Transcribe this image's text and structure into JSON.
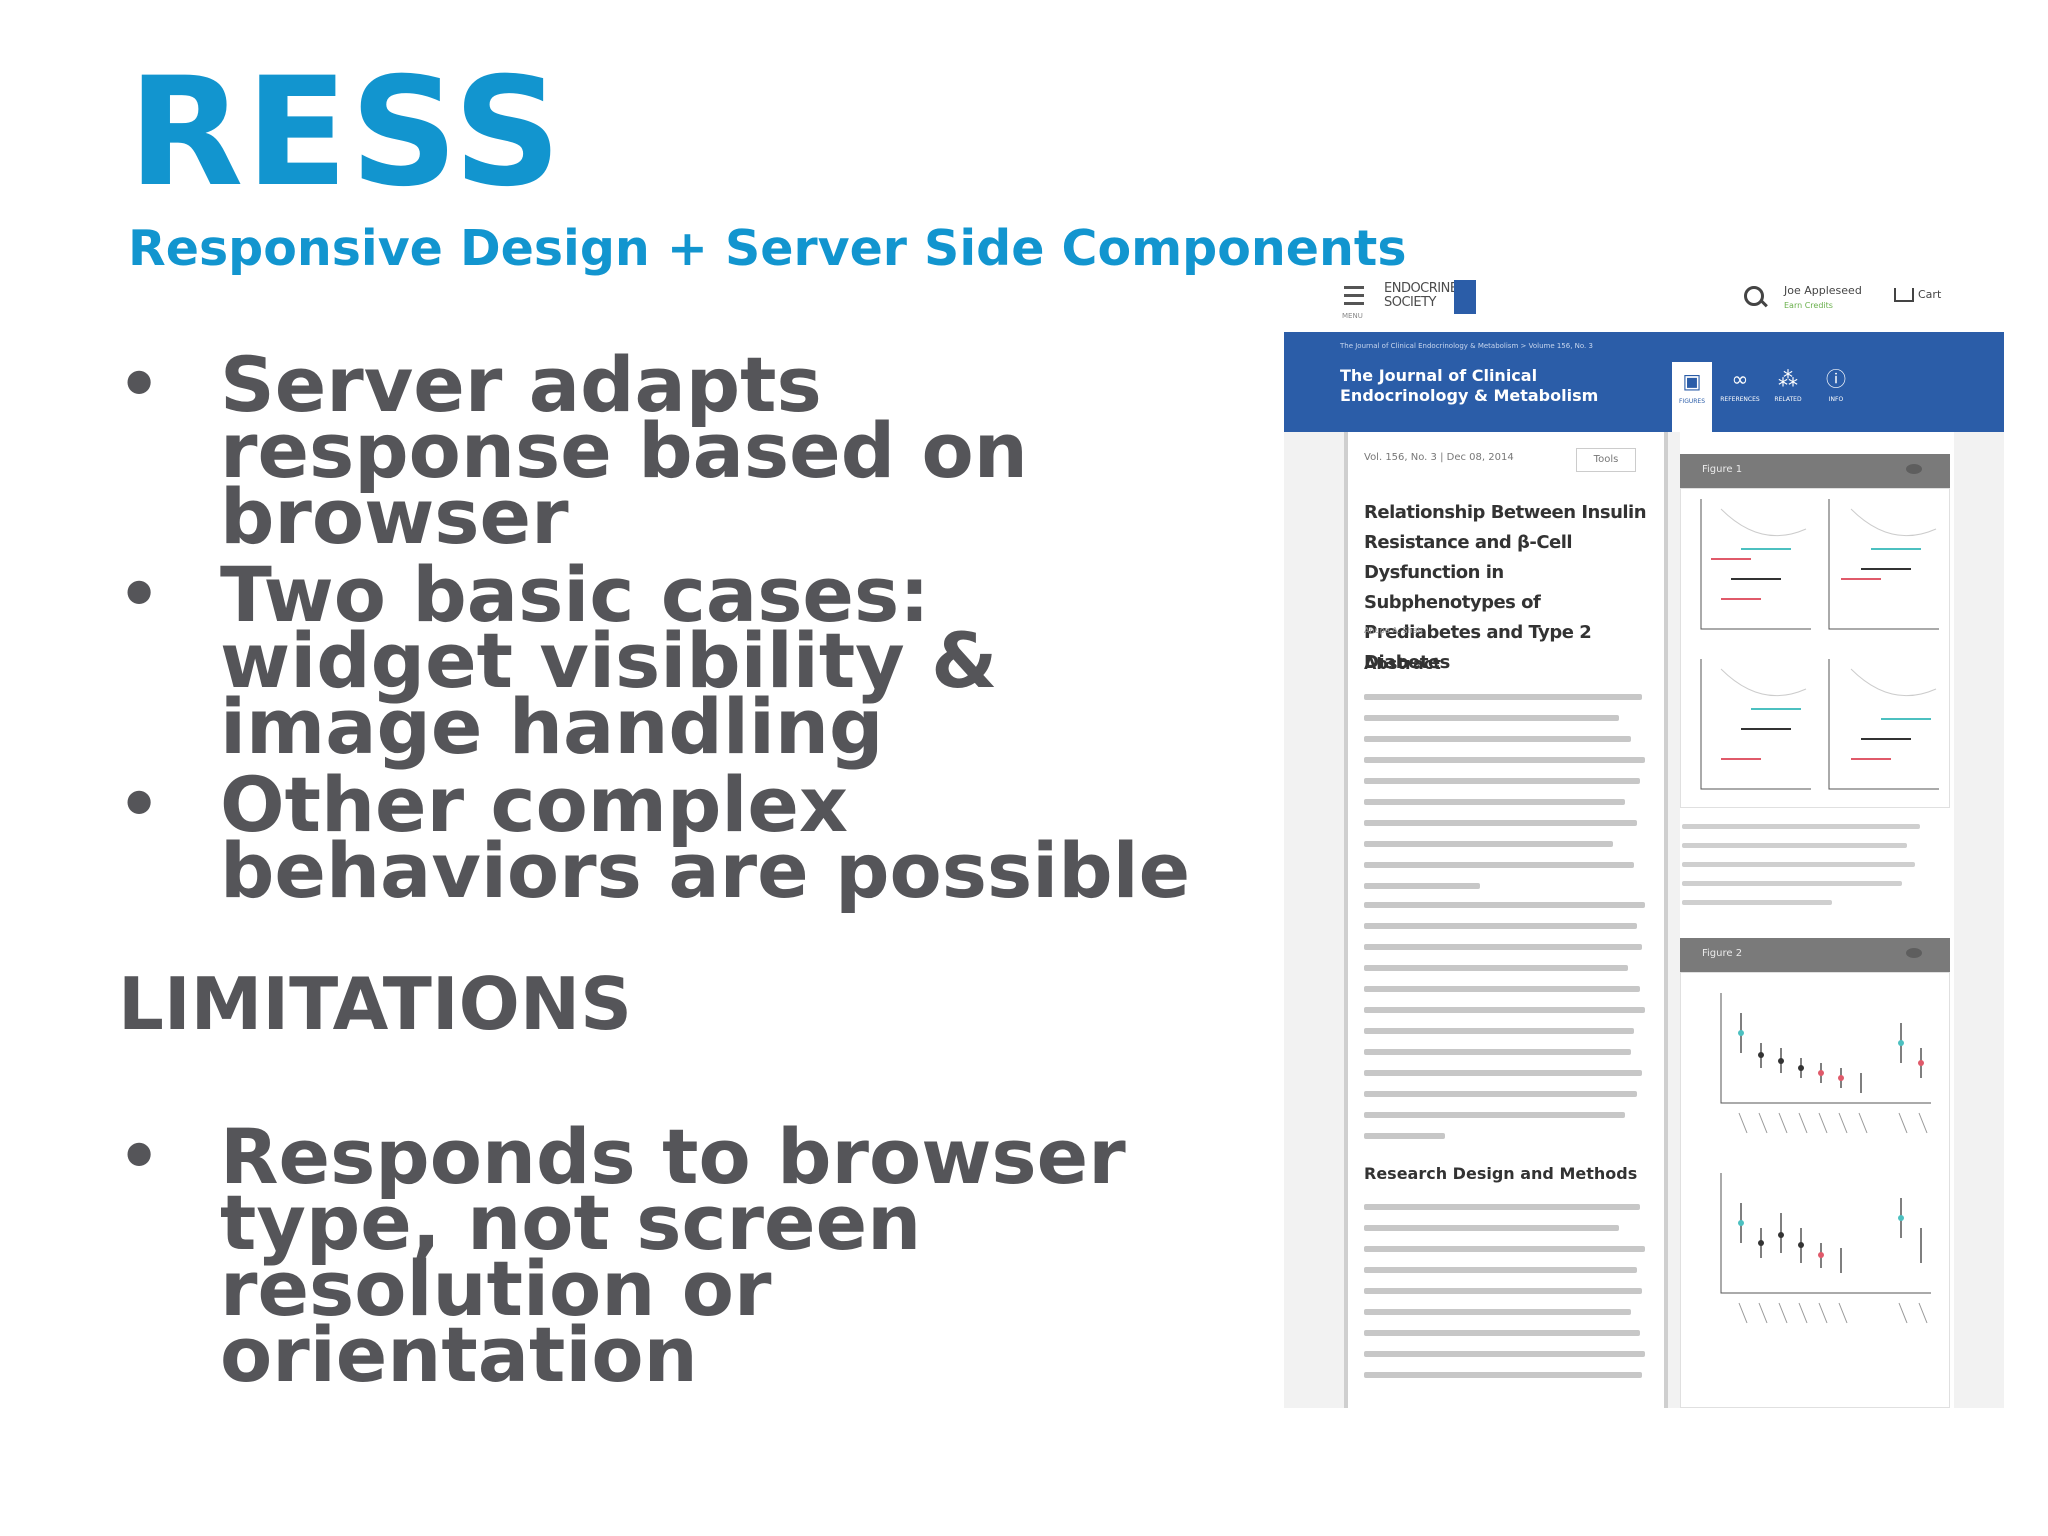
{
  "slide": {
    "title": "RESS",
    "subtitle": "Responsive Design + Server Side Components",
    "bullets": [
      {
        "dot": "•",
        "text": "Server adapts response based on browser"
      },
      {
        "dot": "•",
        "text": "Two basic cases: widget visibility & image handling"
      },
      {
        "dot": "•",
        "text": "Other complex behaviors are possible"
      }
    ],
    "limitations_heading": "LIMITATIONS",
    "limitations": [
      {
        "dot": "•",
        "text": "Responds to browser type, not screen resolution or orientation"
      }
    ]
  },
  "screenshot": {
    "menu_label": "MENU",
    "logo_text": "ENDOCRINE SOCIETY",
    "user_name": "Joe Appleseed",
    "user_status": "Earn Credits",
    "cart_label": "Cart",
    "breadcrumb": "The Journal of Clinical Endocrinology & Metabolism > Volume 156, No. 3",
    "journal_title": "The Journal of Clinical Endocrinology & Metabolism",
    "tabs": [
      {
        "glyph": "▣",
        "label": "FIGURES"
      },
      {
        "glyph": "∞",
        "label": "REFERENCES"
      },
      {
        "glyph": "⁂",
        "label": "RELATED"
      },
      {
        "glyph": "ⓘ",
        "label": "INFO"
      }
    ],
    "meta": "Vol. 156, No. 3 | Dec 08, 2014",
    "tools_label": "Tools",
    "article_title": "Relationship Between Insulin Resistance and β-Cell Dysfunction in Subphenotypes of Prediabetes and Type 2 Diabetes",
    "author": "Anupa A. Shah",
    "abstract_heading": "Abstract",
    "methods_heading": "Research Design and Methods",
    "figure1_label": "Figure 1",
    "figure2_label": "Figure 2",
    "colors": {
      "brand": "#2b5da8",
      "title": "#1295cf",
      "text": "#555559"
    }
  }
}
